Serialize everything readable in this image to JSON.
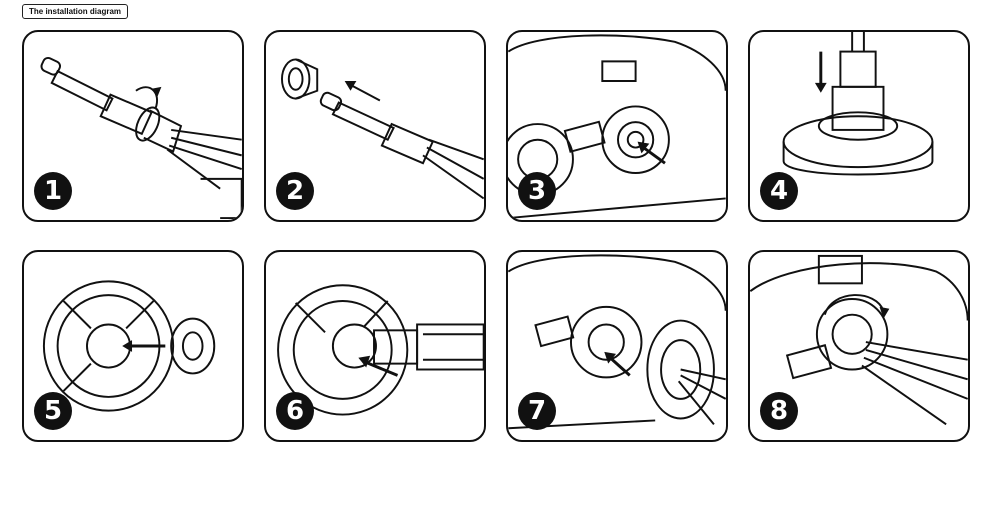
{
  "header": {
    "title": "The installation diagram"
  },
  "steps": [
    {
      "number": "1"
    },
    {
      "number": "2"
    },
    {
      "number": "3"
    },
    {
      "number": "4"
    },
    {
      "number": "5"
    },
    {
      "number": "6"
    },
    {
      "number": "7"
    },
    {
      "number": "8"
    }
  ]
}
